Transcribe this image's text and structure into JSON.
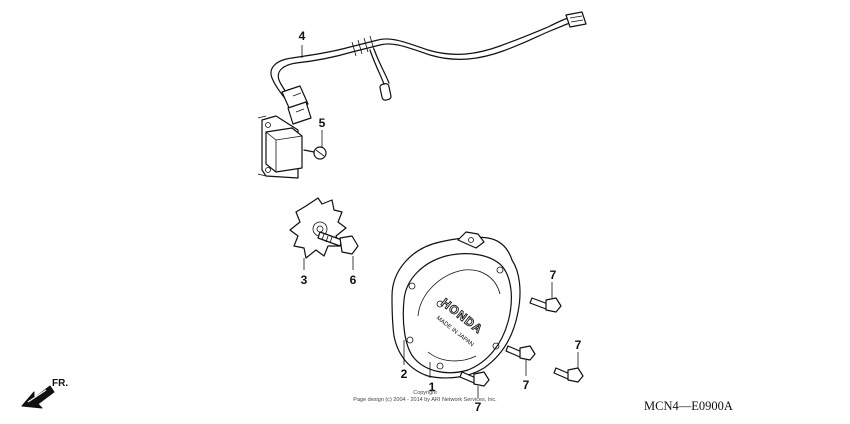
{
  "diagram": {
    "diagram_code": "MCN4—E0900A",
    "copyright_line1": "Copyright",
    "copyright_line2": "Page design (c) 2004 - 2014 by ARI Network Services, Inc.",
    "front_label": "FR.",
    "cover_brand": "HONDA",
    "cover_stamp": "MADE IN JAPAN",
    "callouts": {
      "c1": "1",
      "c2": "2",
      "c3": "3",
      "c4": "4",
      "c5": "5",
      "c6": "6",
      "c7a": "7",
      "c7b": "7",
      "c7c": "7",
      "c7d": "7"
    }
  }
}
